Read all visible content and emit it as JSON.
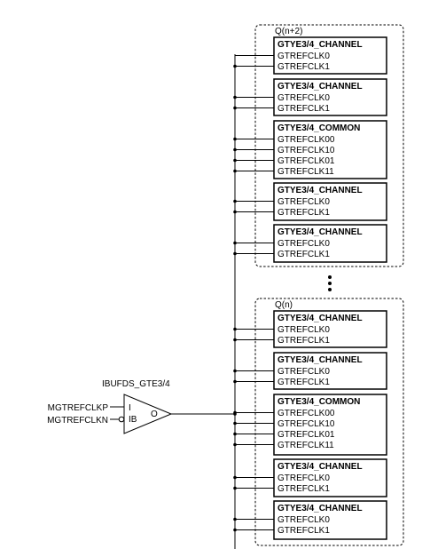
{
  "groups": [
    {
      "label": "Q(n+2)",
      "blocks": [
        {
          "title": "GTYE3/4_CHANNEL",
          "ports": [
            "GTREFCLK0",
            "GTREFCLK1"
          ]
        },
        {
          "title": "GTYE3/4_CHANNEL",
          "ports": [
            "GTREFCLK0",
            "GTREFCLK1"
          ]
        },
        {
          "title": "GTYE3/4_COMMON",
          "ports": [
            "GTREFCLK00",
            "GTREFCLK10",
            "GTREFCLK01",
            "GTREFCLK11"
          ]
        },
        {
          "title": "GTYE3/4_CHANNEL",
          "ports": [
            "GTREFCLK0",
            "GTREFCLK1"
          ]
        },
        {
          "title": "GTYE3/4_CHANNEL",
          "ports": [
            "GTREFCLK0",
            "GTREFCLK1"
          ]
        }
      ]
    },
    {
      "label": "Q(n)",
      "blocks": [
        {
          "title": "GTYE3/4_CHANNEL",
          "ports": [
            "GTREFCLK0",
            "GTREFCLK1"
          ]
        },
        {
          "title": "GTYE3/4_CHANNEL",
          "ports": [
            "GTREFCLK0",
            "GTREFCLK1"
          ]
        },
        {
          "title": "GTYE3/4_COMMON",
          "ports": [
            "GTREFCLK00",
            "GTREFCLK10",
            "GTREFCLK01",
            "GTREFCLK11"
          ]
        },
        {
          "title": "GTYE3/4_CHANNEL",
          "ports": [
            "GTREFCLK0",
            "GTREFCLK1"
          ]
        },
        {
          "title": "GTYE3/4_CHANNEL",
          "ports": [
            "GTREFCLK0",
            "GTREFCLK1"
          ]
        }
      ]
    }
  ],
  "buffer": {
    "name": "IBUFDS_GTE3/4",
    "pin_i": "I",
    "pin_ib": "IB",
    "pin_o": "O",
    "input_p": "MGTREFCLKP",
    "input_n": "MGTREFCLKN"
  }
}
